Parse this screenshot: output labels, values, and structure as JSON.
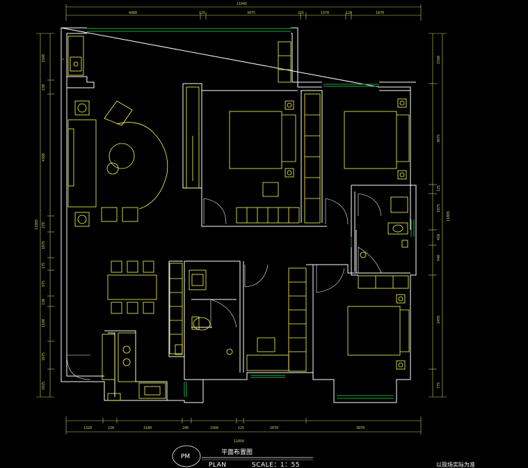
{
  "drawing": {
    "title_cn": "平面布置图",
    "title_en": "PLAN",
    "scale": "SCALE：1：55",
    "badge": "PM",
    "corner_note": "以现场实际为准"
  },
  "dimensions": {
    "top_total": "11045",
    "top": [
      "4080",
      "125",
      "3075",
      "225",
      "1370",
      "120",
      "1870"
    ],
    "bottom_total": "11050",
    "bottom": [
      "1320",
      "220",
      "3180",
      "240",
      "1560",
      "125",
      "2070",
      "3070"
    ],
    "left_total": "11085",
    "left": [
      "1580",
      "230",
      "4380",
      "270",
      "1075",
      "175",
      "975",
      "130",
      "1180",
      "1075",
      "1025"
    ],
    "right_total": "11085",
    "right": [
      "1580",
      "3075",
      "125",
      "1075",
      "450",
      "940",
      "3495",
      "775"
    ]
  },
  "colors": {
    "wall": "#ffffff",
    "furniture": "#ffff55",
    "window": "#22aa44",
    "dimension": "#cfcf6a"
  }
}
